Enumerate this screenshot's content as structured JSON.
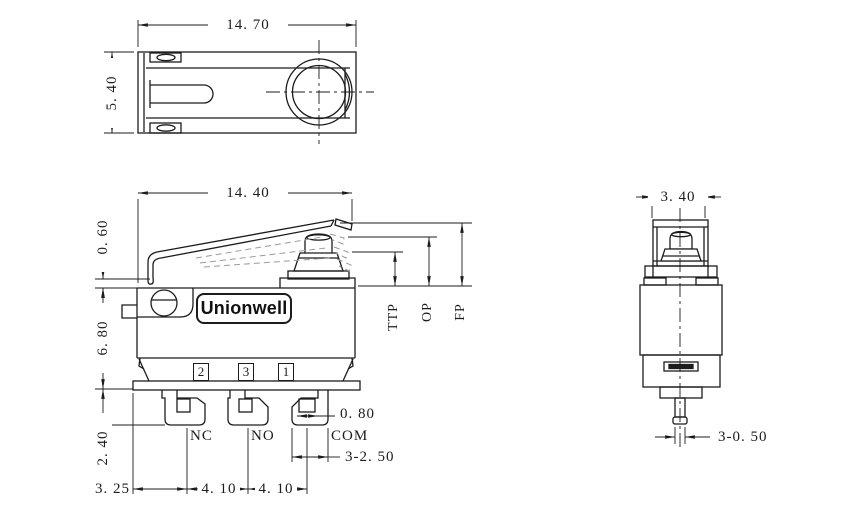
{
  "colors": {
    "background": "#ffffff",
    "line": "#1c1c1c",
    "ghost_line": "#9a9a9a"
  },
  "brand": {
    "logo": "Unionwell"
  },
  "top_view": {
    "width_dim": "14. 70",
    "height_dim": "5. 40"
  },
  "front_view": {
    "width_dim": "14. 40",
    "lever_height_dim": "0. 60",
    "body_height_dim": "6. 80",
    "terminal_length_dim": "2. 40",
    "edge_offset_dim": "3. 25",
    "pitch_dim_left": "4. 10",
    "pitch_dim_right": "4. 10",
    "slot_width_dim": "0. 80",
    "terminal_width_dim": "3-2. 50",
    "terminal_numbers": [
      "2",
      "3",
      "1"
    ],
    "terminal_labels": [
      "NC",
      "NO",
      "COM"
    ],
    "travel_labels": [
      "TTP",
      "OP",
      "FP"
    ]
  },
  "side_view": {
    "width_dim": "3. 40",
    "pin_dim": "3-0. 50"
  }
}
